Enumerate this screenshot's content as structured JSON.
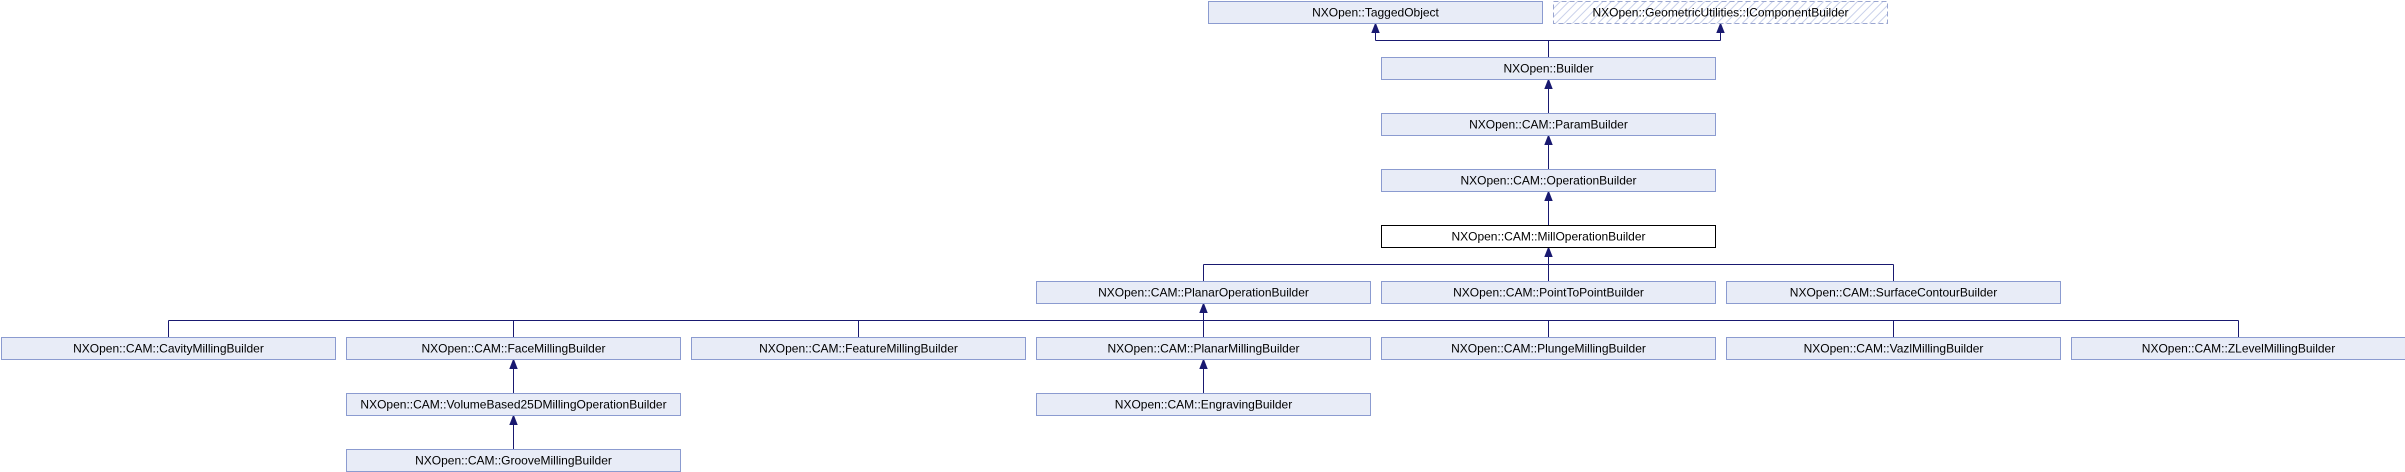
{
  "diagram": {
    "type": "class-inheritance-graph",
    "nodes": [
      {
        "id": "tagged_object",
        "label": "NXOpen::TaggedObject",
        "style": "normal"
      },
      {
        "id": "icomponent_builder",
        "label": "NXOpen::GeometricUtilities::IComponentBuilder",
        "style": "dashed"
      },
      {
        "id": "builder",
        "label": "NXOpen::Builder",
        "style": "normal"
      },
      {
        "id": "param_builder",
        "label": "NXOpen::CAM::ParamBuilder",
        "style": "normal"
      },
      {
        "id": "operation_builder",
        "label": "NXOpen::CAM::OperationBuilder",
        "style": "normal"
      },
      {
        "id": "mill_operation_builder",
        "label": "NXOpen::CAM::MillOperationBuilder",
        "style": "current"
      },
      {
        "id": "planar_operation_builder",
        "label": "NXOpen::CAM::PlanarOperationBuilder",
        "style": "normal"
      },
      {
        "id": "point_to_point_builder",
        "label": "NXOpen::CAM::PointToPointBuilder",
        "style": "normal"
      },
      {
        "id": "surface_contour_builder",
        "label": "NXOpen::CAM::SurfaceContourBuilder",
        "style": "normal"
      },
      {
        "id": "cavity_milling_builder",
        "label": "NXOpen::CAM::CavityMillingBuilder",
        "style": "normal"
      },
      {
        "id": "face_milling_builder",
        "label": "NXOpen::CAM::FaceMillingBuilder",
        "style": "normal"
      },
      {
        "id": "feature_milling_builder",
        "label": "NXOpen::CAM::FeatureMillingBuilder",
        "style": "normal"
      },
      {
        "id": "planar_milling_builder",
        "label": "NXOpen::CAM::PlanarMillingBuilder",
        "style": "normal"
      },
      {
        "id": "plunge_milling_builder",
        "label": "NXOpen::CAM::PlungeMillingBuilder",
        "style": "normal"
      },
      {
        "id": "vazl_milling_builder",
        "label": "NXOpen::CAM::VazlMillingBuilder",
        "style": "normal"
      },
      {
        "id": "zlevel_milling_builder",
        "label": "NXOpen::CAM::ZLevelMillingBuilder",
        "style": "normal"
      },
      {
        "id": "volume_based_25d_builder",
        "label": "NXOpen::CAM::VolumeBased25DMillingOperationBuilder",
        "style": "normal"
      },
      {
        "id": "engraving_builder",
        "label": "NXOpen::CAM::EngravingBuilder",
        "style": "normal"
      },
      {
        "id": "groove_milling_builder",
        "label": "NXOpen::CAM::GrooveMillingBuilder",
        "style": "normal"
      }
    ],
    "edges": [
      {
        "from": "builder",
        "to": "tagged_object"
      },
      {
        "from": "builder",
        "to": "icomponent_builder"
      },
      {
        "from": "param_builder",
        "to": "builder"
      },
      {
        "from": "operation_builder",
        "to": "param_builder"
      },
      {
        "from": "mill_operation_builder",
        "to": "operation_builder"
      },
      {
        "from": "planar_operation_builder",
        "to": "mill_operation_builder"
      },
      {
        "from": "point_to_point_builder",
        "to": "mill_operation_builder"
      },
      {
        "from": "surface_contour_builder",
        "to": "mill_operation_builder"
      },
      {
        "from": "cavity_milling_builder",
        "to": "planar_operation_builder"
      },
      {
        "from": "face_milling_builder",
        "to": "planar_operation_builder"
      },
      {
        "from": "feature_milling_builder",
        "to": "planar_operation_builder"
      },
      {
        "from": "planar_milling_builder",
        "to": "planar_operation_builder"
      },
      {
        "from": "plunge_milling_builder",
        "to": "planar_operation_builder"
      },
      {
        "from": "vazl_milling_builder",
        "to": "planar_operation_builder"
      },
      {
        "from": "zlevel_milling_builder",
        "to": "planar_operation_builder"
      },
      {
        "from": "volume_based_25d_builder",
        "to": "face_milling_builder"
      },
      {
        "from": "engraving_builder",
        "to": "planar_milling_builder"
      },
      {
        "from": "groove_milling_builder",
        "to": "volume_based_25d_builder"
      }
    ],
    "colors": {
      "node_fill": "#e8ecf7",
      "node_border": "#8b9bd0",
      "current_border": "#000000",
      "edge": "#191970"
    }
  }
}
